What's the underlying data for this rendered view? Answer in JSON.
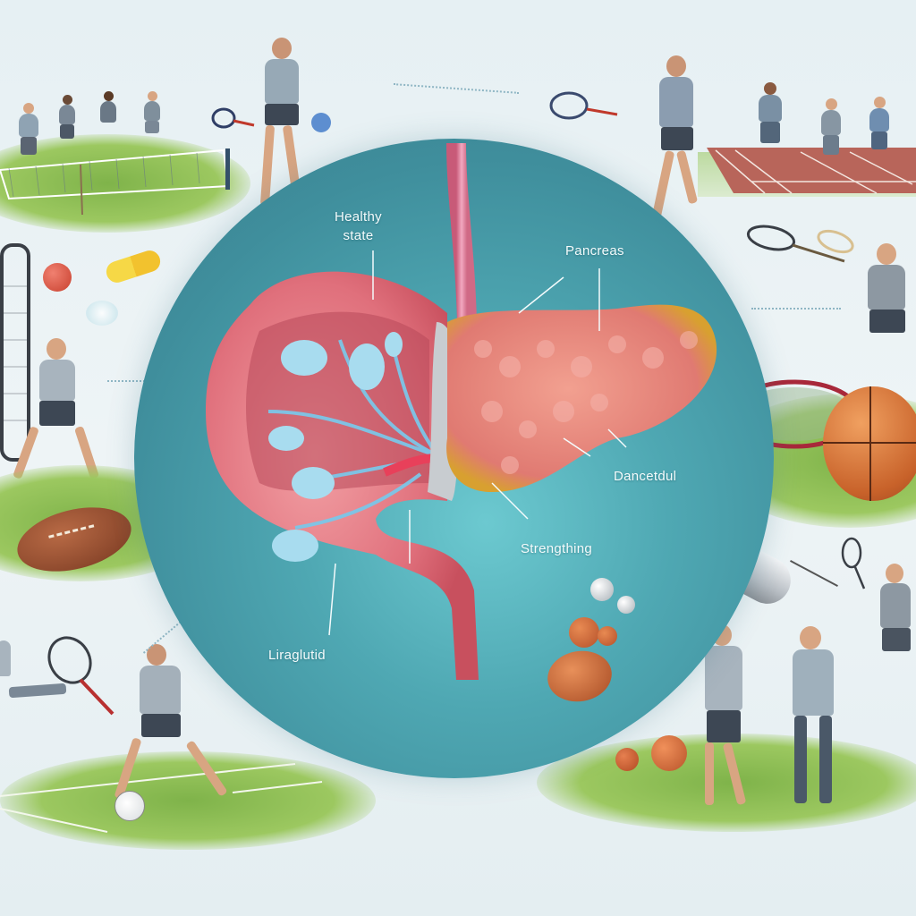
{
  "illustration": {
    "subject": "Pancreas / digestive organ health infographic with surrounding sports activities",
    "labels": {
      "healthy_state": "Healthy\nstate",
      "healthy_state_line1": "Healthy",
      "healthy_state_line2": "state",
      "pancreas": "Pancreas",
      "dancetdul": "Dancetdul",
      "strengthing": "Strengthing",
      "liraglutid": "Liraglutid"
    },
    "scenes": [
      {
        "name": "tennis-court-top-left",
        "description": "Four players near a tennis net"
      },
      {
        "name": "tennis-player-top-center",
        "description": "Player with racket"
      },
      {
        "name": "tennis-player-top-right",
        "description": "Player swinging racket"
      },
      {
        "name": "running-track-top-right",
        "description": "Runners on red track"
      },
      {
        "name": "volleyball-left",
        "description": "Player hitting ball near net"
      },
      {
        "name": "football-left",
        "description": "American football on grass"
      },
      {
        "name": "tennis-player-right",
        "description": "Runner with racket"
      },
      {
        "name": "basketball-right",
        "description": "Basketball and tennis racket"
      },
      {
        "name": "glucose-meter",
        "description": "Handheld glucose meter with probe"
      },
      {
        "name": "soccer-bottom-left",
        "description": "Players with soccer ball and racket"
      },
      {
        "name": "basketball-bottom-right",
        "description": "Players playing ball on grass"
      }
    ],
    "colors": {
      "circle": "#4fa8b3",
      "organ": "#e07a85",
      "pancreas": "#e8857f",
      "vessels": "#7cc6e8",
      "background": "#e8f1f4",
      "grass": "#8dbf55",
      "track": "#b8655a"
    }
  }
}
